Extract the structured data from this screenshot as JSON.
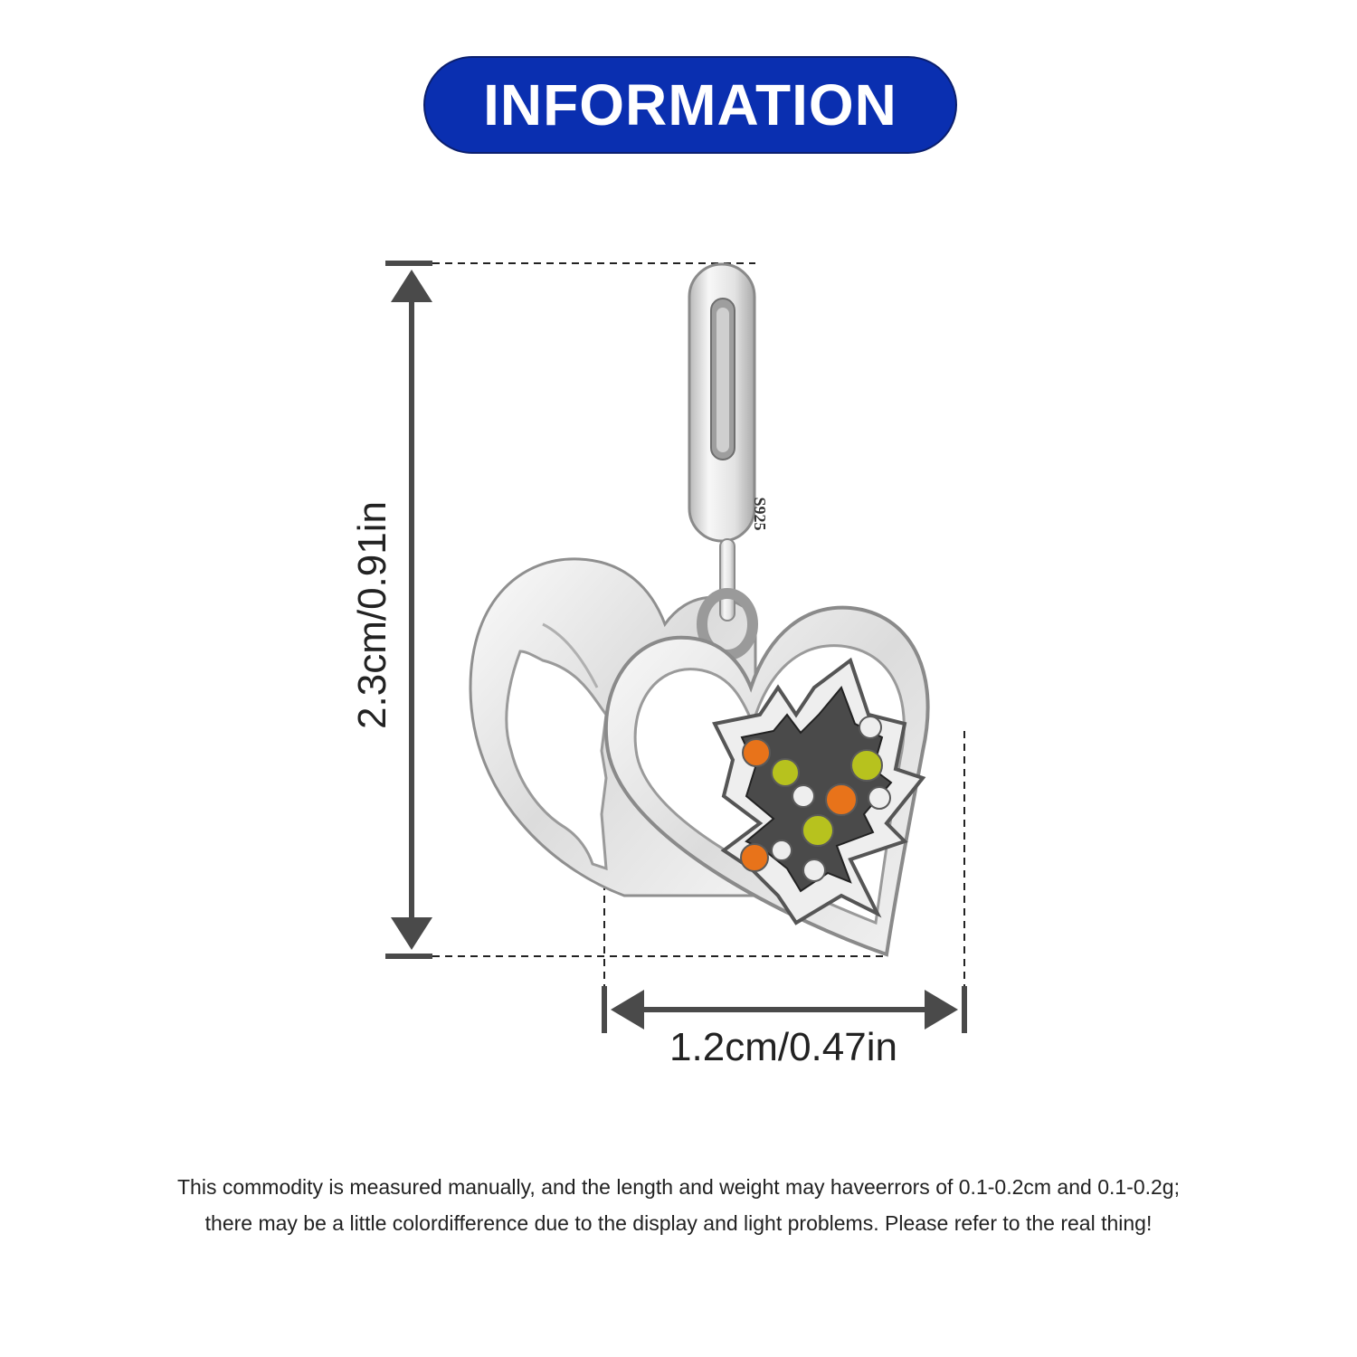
{
  "header": {
    "title": "INFORMATION"
  },
  "dimensions": {
    "height_label": "2.3cm/0.91in",
    "width_label": "1.2cm/0.47in"
  },
  "product": {
    "stamp": "S925"
  },
  "disclaimer": {
    "line1": "This commodity is measured manually, and the length and weight may haveerrors of 0.1-0.2cm and 0.1-0.2g;",
    "line2": "there may be a little colordifference due to the display and light problems. Please refer to the real thing!"
  },
  "colors": {
    "banner": "#0a2fb0",
    "arrow": "#4a4a4a",
    "silver": "#d9d9d9",
    "gem_orange": "#e8731a",
    "gem_yellow": "#b7c21e",
    "gem_clear": "#eeeeee"
  }
}
